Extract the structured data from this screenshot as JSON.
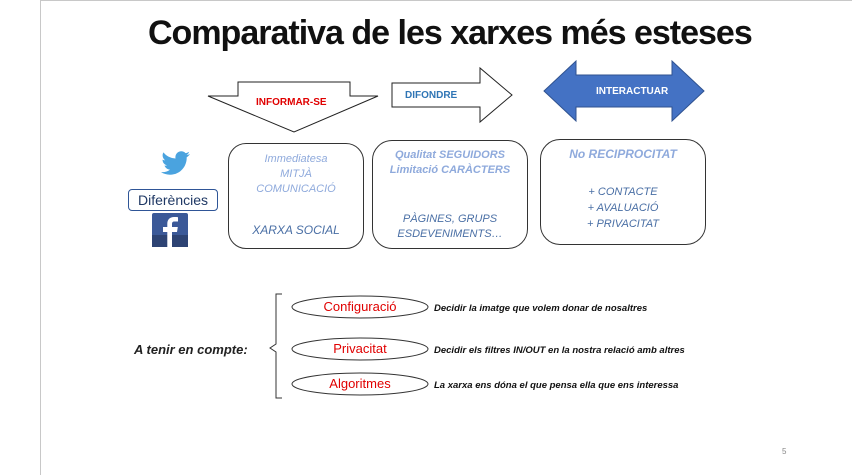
{
  "title": "Comparativa de les xarxes més esteses",
  "arrows": {
    "informar": "INFORMAR-SE",
    "difondre": "DIFONDRE",
    "interactuar": "INTERACTUAR"
  },
  "colors": {
    "informar_text": "#e00000",
    "difondre_text": "#2f75b5",
    "interactuar_fill": "#4472c4",
    "box_text": "#8faadc",
    "box_text_dark": "#4a6fa5"
  },
  "icons": {
    "twitter": "twitter-bird-icon",
    "facebook": "facebook-f-icon"
  },
  "differences_label": "Diferències",
  "boxes": {
    "box1": {
      "line1": "Immediatesa",
      "line2": "MITJÀ",
      "line3": "COMUNICACIÓ",
      "line4": "XARXA SOCIAL"
    },
    "box2": {
      "line1": "Qualitat SEGUIDORS",
      "line2": "Limitació CARÀCTERS",
      "line3": "PÀGINES, GRUPS",
      "line4": "ESDEVENIMENTS…"
    },
    "box3": {
      "line1": "No RECIPROCITAT",
      "line2": "+ CONTACTE",
      "line3": "+ AVALUACIÓ",
      "line4": "+ PRIVACITAT"
    }
  },
  "keep_in_mind": "A tenir en compte:",
  "items": [
    {
      "label": "Configuració",
      "desc": "Decidir la imatge que volem donar de nosaltres"
    },
    {
      "label": "Privacitat",
      "desc": "Decidir els filtres IN/OUT en la nostra relació amb altres"
    },
    {
      "label": "Algoritmes",
      "desc": "La xarxa ens dóna el que pensa ella que ens interessa"
    }
  ],
  "page_number": "5"
}
